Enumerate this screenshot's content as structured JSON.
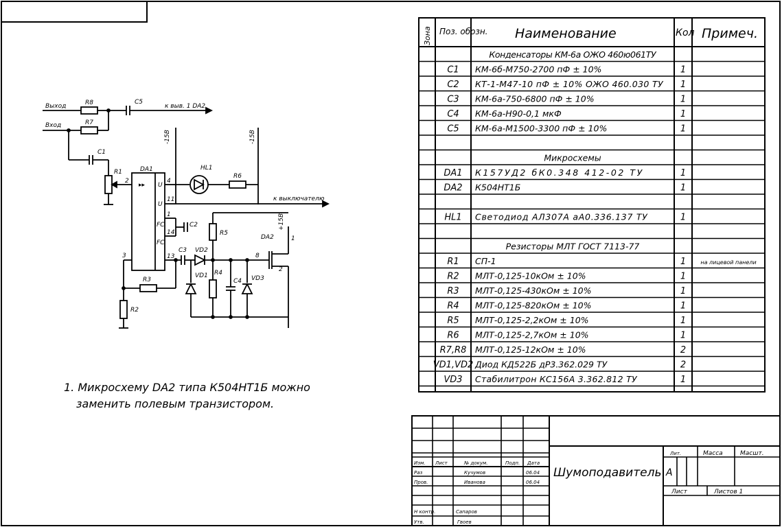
{
  "sheet_corner": {
    "left_box": ""
  },
  "schematic": {
    "labels": {
      "out": "Выход",
      "in": "Вход",
      "to_pin": "к выв. 1 DA2",
      "to_switch": "к выключателю",
      "minus15_a": "-15В",
      "minus15_b": "-15В",
      "plus15": "+15В"
    },
    "refs": {
      "r8": "R8",
      "r7": "R7",
      "c5": "C5",
      "c1": "C1",
      "r1": "R1",
      "da1": "DA1",
      "hl1": "HL1",
      "r6": "R6",
      "c2": "C2",
      "r5": "R5",
      "da2": "DA2",
      "c3": "C3",
      "vd2": "VD2",
      "vd1": "VD1",
      "r4": "R4",
      "c4": "C4",
      "vd3": "VD3",
      "r3": "R3",
      "r2": "R2"
    },
    "pins": {
      "p2": "2",
      "p4": "4",
      "p11": "11",
      "p1": "1",
      "p14": "14",
      "p13": "13",
      "p3": "3",
      "p8": "8",
      "p2b": "2",
      "p1b": "1"
    },
    "pin_fc1": "FC",
    "pin_fc2": "FC",
    "pin_u1": "U",
    "pin_u2": "U",
    "chip_mark": "▸▸"
  },
  "note": {
    "line1": "1. Микросхему DA2 типа К504НТ1Б можно",
    "line2": "заменить полевым транзистором."
  },
  "bom": {
    "headers": {
      "zone": "Зона",
      "pos": "Поз. обозн.",
      "name": "Наименование",
      "qty": "Кол",
      "note": "Примеч."
    },
    "rows": [
      {
        "pos": "",
        "name": "Конденсаторы КМ-6а ОЖО 460ю061ТУ",
        "qty": "",
        "note": ""
      },
      {
        "pos": "C1",
        "name": "КМ-6б-М750-2700 пФ ± 10%",
        "qty": "1",
        "note": ""
      },
      {
        "pos": "C2",
        "name": "КТ-1-М47-10 пФ ± 10%  ОЖО 460.030 ТУ",
        "qty": "1",
        "note": ""
      },
      {
        "pos": "C3",
        "name": "КМ-6а-750-6800 пФ ± 10%",
        "qty": "1",
        "note": ""
      },
      {
        "pos": "C4",
        "name": "КМ-6а-Н90-0,1 мкФ",
        "qty": "1",
        "note": ""
      },
      {
        "pos": "C5",
        "name": "КМ-6а-М1500-3300 пФ ± 10%",
        "qty": "1",
        "note": ""
      },
      {
        "pos": "",
        "name": "",
        "qty": "",
        "note": ""
      },
      {
        "pos": "",
        "name": "Микросхемы",
        "qty": "",
        "note": ""
      },
      {
        "pos": "DA1",
        "name": "К157УД2        бК0.348 412-02 ТУ",
        "qty": "1",
        "note": ""
      },
      {
        "pos": "DA2",
        "name": "К504НТ1Б",
        "qty": "1",
        "note": ""
      },
      {
        "pos": "",
        "name": "",
        "qty": "",
        "note": ""
      },
      {
        "pos": "HL1",
        "name": "Светодиод  АЛ307А  аА0.336.137 ТУ",
        "qty": "1",
        "note": ""
      },
      {
        "pos": "",
        "name": "",
        "qty": "",
        "note": ""
      },
      {
        "pos": "",
        "name": "Резисторы  МЛТ  ГОСТ  7113-77",
        "qty": "",
        "note": ""
      },
      {
        "pos": "R1",
        "name": "СП-1",
        "qty": "1",
        "note": "на лицевой панели"
      },
      {
        "pos": "R2",
        "name": "МЛТ-0,125-10кОм ± 10%",
        "qty": "1",
        "note": ""
      },
      {
        "pos": "R3",
        "name": "МЛТ-0,125-430кОм ± 10%",
        "qty": "1",
        "note": ""
      },
      {
        "pos": "R4",
        "name": "МЛТ-0,125-820кОм ± 10%",
        "qty": "1",
        "note": ""
      },
      {
        "pos": "R5",
        "name": "МЛТ-0,125-2,2кОм ± 10%",
        "qty": "1",
        "note": ""
      },
      {
        "pos": "R6",
        "name": "МЛТ-0,125-2,7кОм ± 10%",
        "qty": "1",
        "note": ""
      },
      {
        "pos": "R7,R8",
        "name": "МЛТ-0,125-12кОм ± 10%",
        "qty": "2",
        "note": ""
      },
      {
        "pos": "VD1,VD2",
        "name": "Диод КД522Б  дР3.362.029 ТУ",
        "qty": "2",
        "note": ""
      },
      {
        "pos": "VD3",
        "name": "Стабилитрон КС156А 3.362.812 ТУ",
        "qty": "1",
        "note": ""
      }
    ]
  },
  "title_block": {
    "title": "Шумоподавитель",
    "col_izm": "Изм.",
    "col_list": "Лист",
    "col_doc": "№ докум.",
    "col_sign": "Подп.",
    "col_date": "Дата",
    "row_razr": "Раз",
    "row_razr_name": "Кучумов",
    "row_razr_date": "06.04",
    "row_prov": "Пров.",
    "row_prov_name": "Иванова",
    "row_prov_date": "06.04",
    "row_nkontr": "Н контр.",
    "row_nkontr_name": "Сапаров",
    "row_utv": "Утв.",
    "row_utv_name": "Гвоев",
    "lit": "Лит.",
    "mass": "Масса",
    "scale": "Масшт.",
    "letter": "А",
    "sheet": "Лист",
    "sheets": "Листов  1"
  }
}
